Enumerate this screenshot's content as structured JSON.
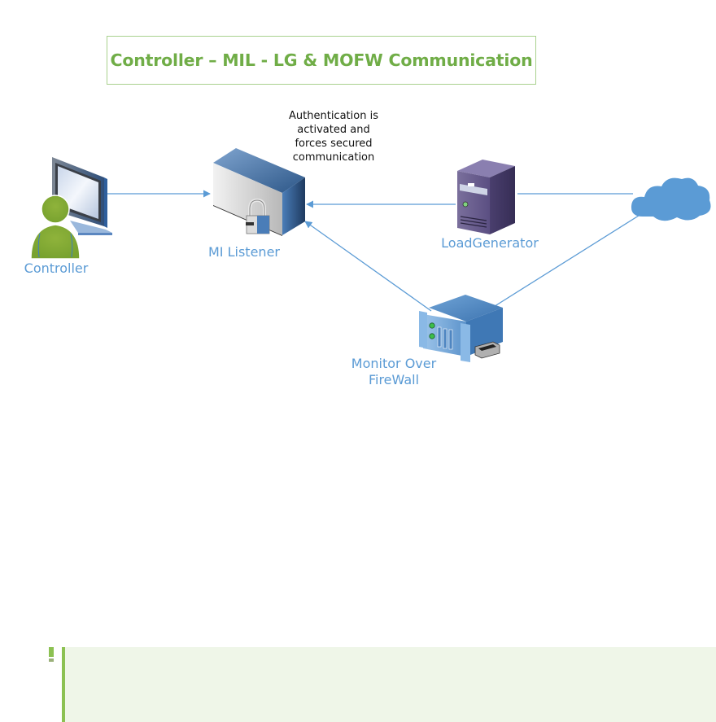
{
  "title": "Controller – MIL - LG & MOFW Communication",
  "annotation": {
    "lines": [
      "Authentication is",
      "activated and",
      "forces secured",
      "communication"
    ]
  },
  "nodes": {
    "controller": {
      "label": "Controller",
      "icon": "user-at-monitor-icon"
    },
    "mi_listener": {
      "label": "MI Listener",
      "icon": "locked-server-icon"
    },
    "load_generator": {
      "label": "LoadGenerator",
      "icon": "tower-server-icon"
    },
    "mofw": {
      "label_line1": "Monitor Over",
      "label_line2": "FireWall",
      "icon": "rack-server-icon"
    },
    "cloud": {
      "label": "",
      "icon": "cloud-icon"
    }
  },
  "edges": [
    {
      "from": "controller",
      "to": "mi_listener",
      "arrow": "end"
    },
    {
      "from": "load_generator",
      "to": "mi_listener",
      "arrow": "end"
    },
    {
      "from": "mofw",
      "to": "mi_listener",
      "arrow": "end"
    },
    {
      "from": "load_generator",
      "to": "cloud",
      "arrow": "none"
    },
    {
      "from": "mofw",
      "to": "cloud",
      "arrow": "end"
    }
  ],
  "colors": {
    "title_green": "#70ad47",
    "title_border": "#a9d18e",
    "label_blue": "#5b9bd5",
    "edge_blue": "#5b9bd5",
    "callout_bg": "#eff6e8",
    "callout_bar": "#8cc152"
  },
  "callout": {
    "icon": "exclamation-icon",
    "text": ""
  }
}
